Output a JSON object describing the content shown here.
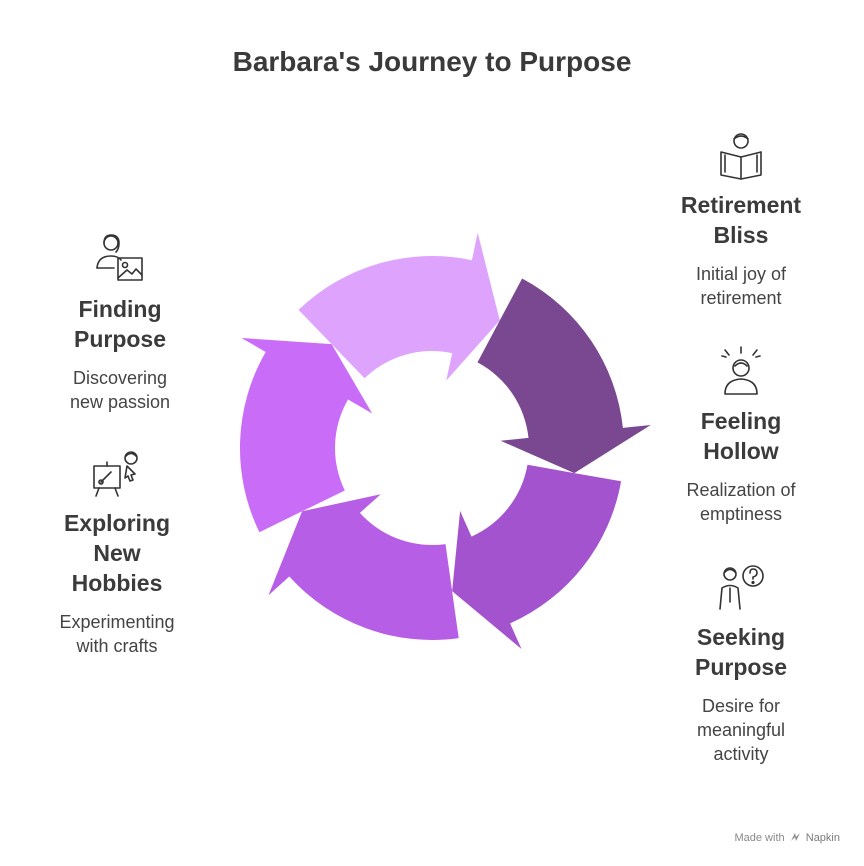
{
  "title": "Barbara's Journey to Purpose",
  "stages": [
    {
      "heading": "Retirement\nBliss",
      "description": "Initial joy of\nretirement",
      "icon": "reading-person-icon",
      "color": "#7a4891"
    },
    {
      "heading": "Feeling\nHollow",
      "description": "Realization of\nemptiness",
      "icon": "stressed-person-icon",
      "color": "#a453cf"
    },
    {
      "heading": "Seeking\nPurpose",
      "description": "Desire for\nmeaningful\nactivity",
      "icon": "questioning-person-icon",
      "color": "#b75ee6"
    },
    {
      "heading": "Exploring\nNew\nHobbies",
      "description": "Experimenting\nwith crafts",
      "icon": "painting-easel-icon",
      "color": "#c96cf7"
    },
    {
      "heading": "Finding\nPurpose",
      "description": "Discovering\nnew passion",
      "icon": "person-with-picture-icon",
      "color": "#dea3fc"
    }
  ],
  "footer": {
    "prefix": "Made with",
    "brand": "Napkin",
    "icon": "napkin-logo-icon"
  }
}
